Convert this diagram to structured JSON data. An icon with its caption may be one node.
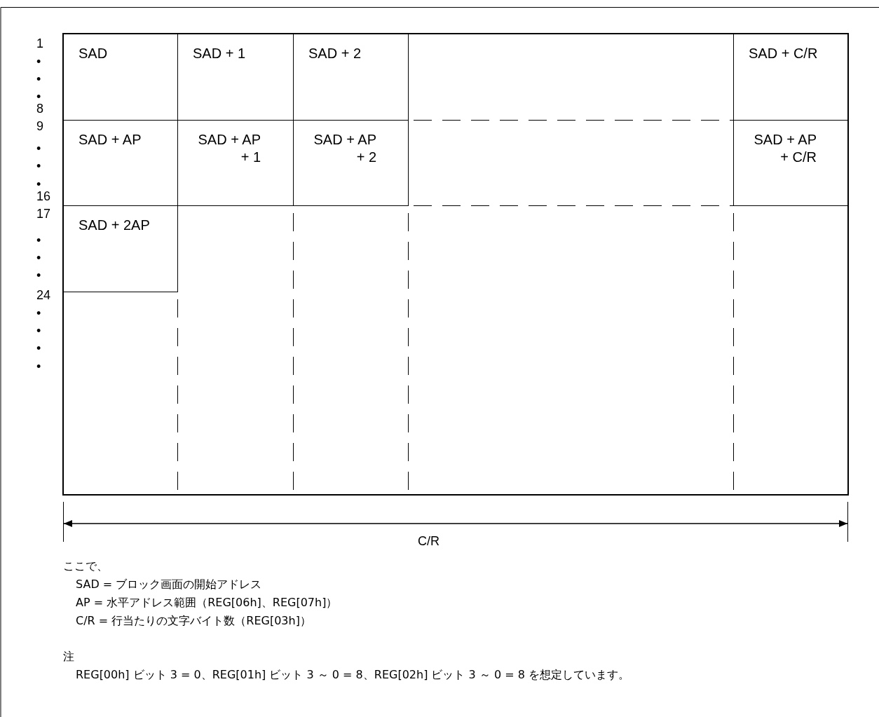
{
  "diagram": {
    "nodes": [
      {
        "text": [
          "SAD"
        ]
      },
      {
        "text": [
          "SAD + 1"
        ]
      },
      {
        "text": [
          "SAD + 2"
        ]
      },
      {
        "text": [
          "SAD + C/R"
        ]
      },
      {
        "text": [
          "SAD + AP"
        ]
      },
      {
        "text": [
          "SAD + AP + 1"
        ]
      },
      {
        "text": [
          "SAD + AP + 2"
        ]
      },
      {
        "text": [
          "SAD + AP + C/R"
        ]
      },
      {
        "text": [
          "SAD + 2AP"
        ]
      }
    ],
    "labels": [
      "1",
      "•",
      "•",
      "•",
      "8",
      "9",
      "•",
      "•",
      "•",
      "16",
      "17",
      "•",
      "•",
      "•",
      "24",
      "•",
      "•",
      "•",
      "•",
      "C/R",
      "ここで、",
      "SAD = ブロック画面の開始アドレス",
      "AP = 水平アドレス範囲（REG[06h]、REG[07h]）",
      "C/R = 行当たりの文字バイト数（REG[03h]）",
      "注",
      "REG[00h] ビット 3 = 0、REG[01h] ビット 3 ～ 0 = 8、REG[02h] ビット 3 ～ 0 = 8 を想定しています。"
    ]
  }
}
